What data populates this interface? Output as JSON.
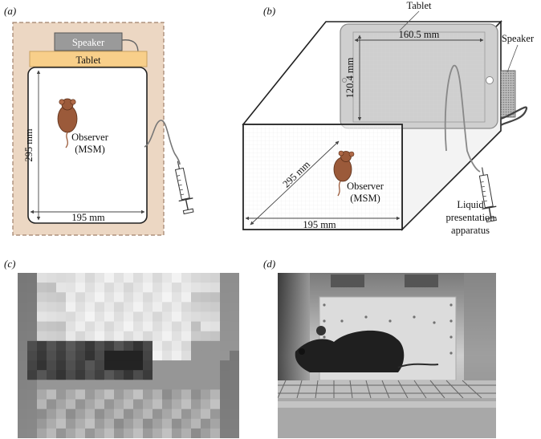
{
  "panels": {
    "a": {
      "label": "(a)",
      "speaker": "Speaker",
      "tablet": "Tablet",
      "observer_line1": "Observer",
      "observer_line2": "(MSM)",
      "height": "295 mm",
      "width": "195 mm"
    },
    "b": {
      "label": "(b)",
      "tablet": "Tablet",
      "speaker": "Speaker",
      "screen_width": "160.5 mm",
      "screen_height": "120.4 mm",
      "depth": "295 mm",
      "width": "195 mm",
      "observer_line1": "Observer",
      "observer_line2": "(MSM)",
      "apparatus_line1": "Liquid",
      "apparatus_line2": "presentation",
      "apparatus_line3": "apparatus"
    },
    "c": {
      "label": "(c)"
    },
    "d": {
      "label": "(d)"
    }
  },
  "colors": {
    "enclosure_bg": "#ecd7c3",
    "tablet_fill": "#f8cf8a",
    "speaker_fill": "#9a9a9a",
    "mouse_fill": "#9b5a3a"
  }
}
